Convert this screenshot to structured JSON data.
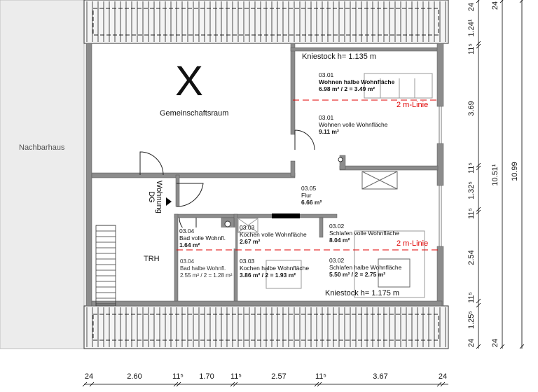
{
  "neighbor": "Nachbarhaus",
  "common_room": {
    "label": "Gemeinschaftsraum",
    "mark": "X"
  },
  "stair_hall": "TRH",
  "apartment_entry": [
    "Wohnung",
    "DG"
  ],
  "knee_top": "Kniestock h= 1.135 m",
  "knee_bottom": "Kniestock h= 1.175 m",
  "two_m_line": "2 m-Linie",
  "rooms": [
    {
      "no": "03.01",
      "name": "Wohnen halbe Wohnfläche",
      "area": "6.98 m² / 2 = 3.49 m²"
    },
    {
      "no": "03.01",
      "name": "Wohnen volle Wohnfläche",
      "area": "9.11 m²"
    },
    {
      "no": "03.05",
      "name": "Flur",
      "area": "6.66 m²"
    },
    {
      "no": "03.04",
      "name": "Bad volle Wohnfl.",
      "area": "1.64 m²"
    },
    {
      "no": "03.03",
      "name": "Kochen volle Wohnfläche",
      "area": "2.67 m²"
    },
    {
      "no": "03.02",
      "name": "Schlafen volle Wohnfläche",
      "area": "8.04 m²"
    },
    {
      "no": "03.04",
      "name": "Bad halbe Wohnfl.",
      "area": "2.55 m² / 2 = 1.28 m²"
    },
    {
      "no": "03.03",
      "name": "Kochen halbe Wohnfläche",
      "area": "3.86 m² / 2 = 1.93 m²"
    },
    {
      "no": "03.02",
      "name": "Schlafen halbe Wohnfläche",
      "area": "5.50 m² / 2 = 2.75 m²"
    }
  ],
  "dims_bottom": [
    "24",
    "2.60",
    "11⁵",
    "1.70",
    "11⁵",
    "2.57",
    "11⁵",
    "3.67",
    "24"
  ],
  "dims_right_1": [
    "24",
    "1.24¹",
    "11⁵",
    "3.69",
    "11⁵",
    "1.32⁵",
    "11⁵",
    "2.54",
    "11⁵",
    "1.25⁵",
    "24"
  ],
  "dims_right_2": [
    "24",
    "10.51¹",
    "24"
  ],
  "dims_right_3": [
    "10.99"
  ],
  "colors": {
    "wall": "#8c8c8c",
    "two_m_line": "#e00000",
    "neighbor": "#ececec"
  }
}
